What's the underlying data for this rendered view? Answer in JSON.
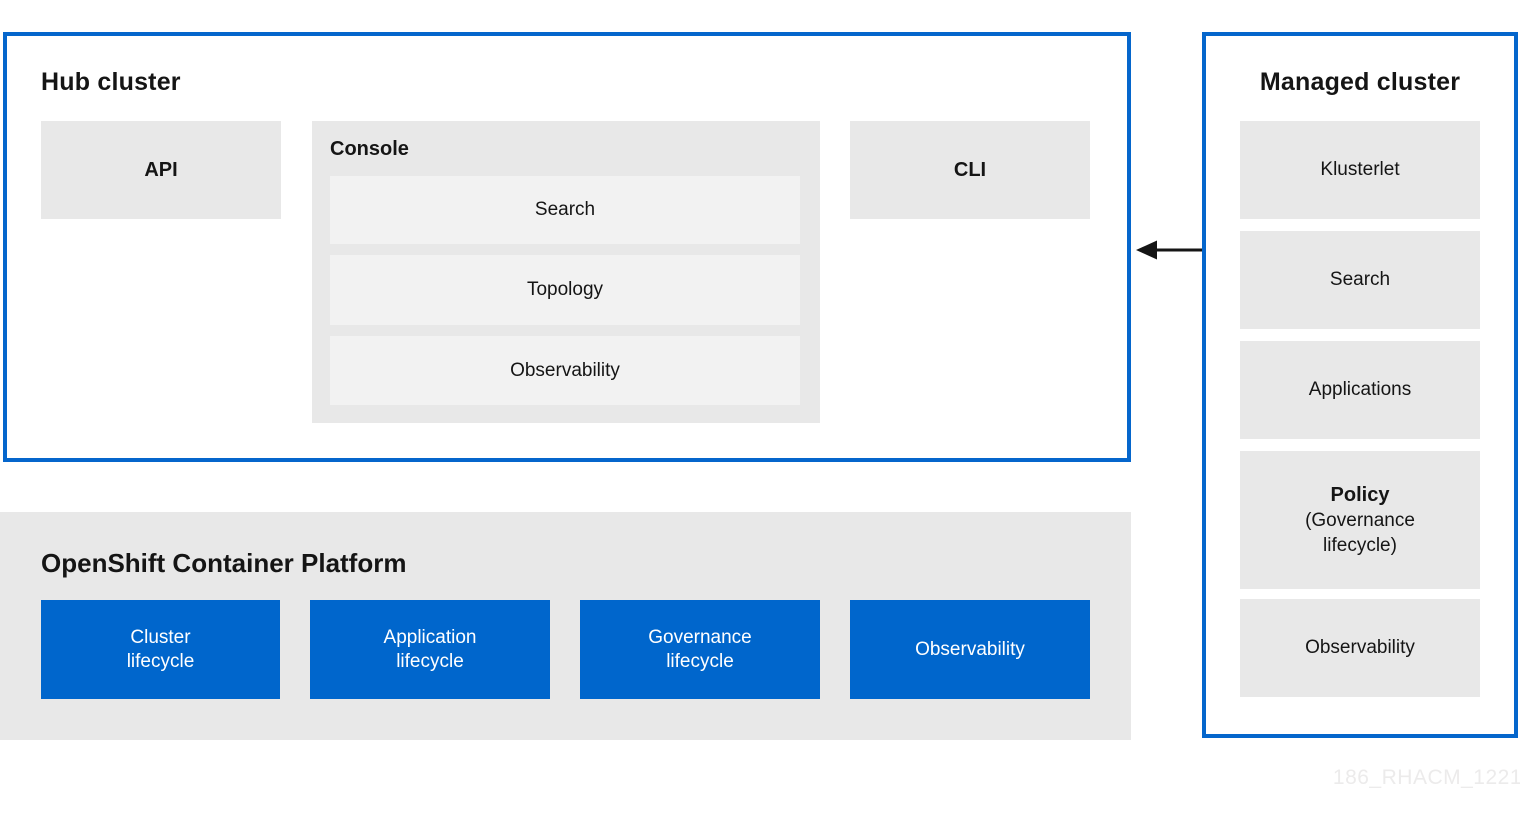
{
  "colors": {
    "accent_blue": "#0066cc",
    "panel_gray": "#e8e8e8",
    "inner_gray": "#f2f2f2",
    "text_dark": "#151515",
    "watermark_gray": "#ecebeb"
  },
  "hub_cluster": {
    "title": "Hub cluster",
    "api": {
      "label": "API"
    },
    "cli": {
      "label": "CLI"
    },
    "console": {
      "title": "Console",
      "items": [
        "Search",
        "Topology",
        "Observability"
      ]
    }
  },
  "platform": {
    "title": "OpenShift Container Platform",
    "items": [
      "Cluster\nlifecycle",
      "Application\nlifecycle",
      "Governance\nlifecycle",
      "Observability"
    ]
  },
  "managed_cluster": {
    "title": "Managed cluster",
    "items": [
      {
        "label": "Klusterlet"
      },
      {
        "label": "Search"
      },
      {
        "label": "Applications"
      },
      {
        "label": "Policy",
        "sublabel": "(Governance lifecycle)"
      },
      {
        "label": "Observability"
      }
    ]
  },
  "arrow": {
    "direction": "left"
  },
  "watermark": "186_RHACM_1221"
}
